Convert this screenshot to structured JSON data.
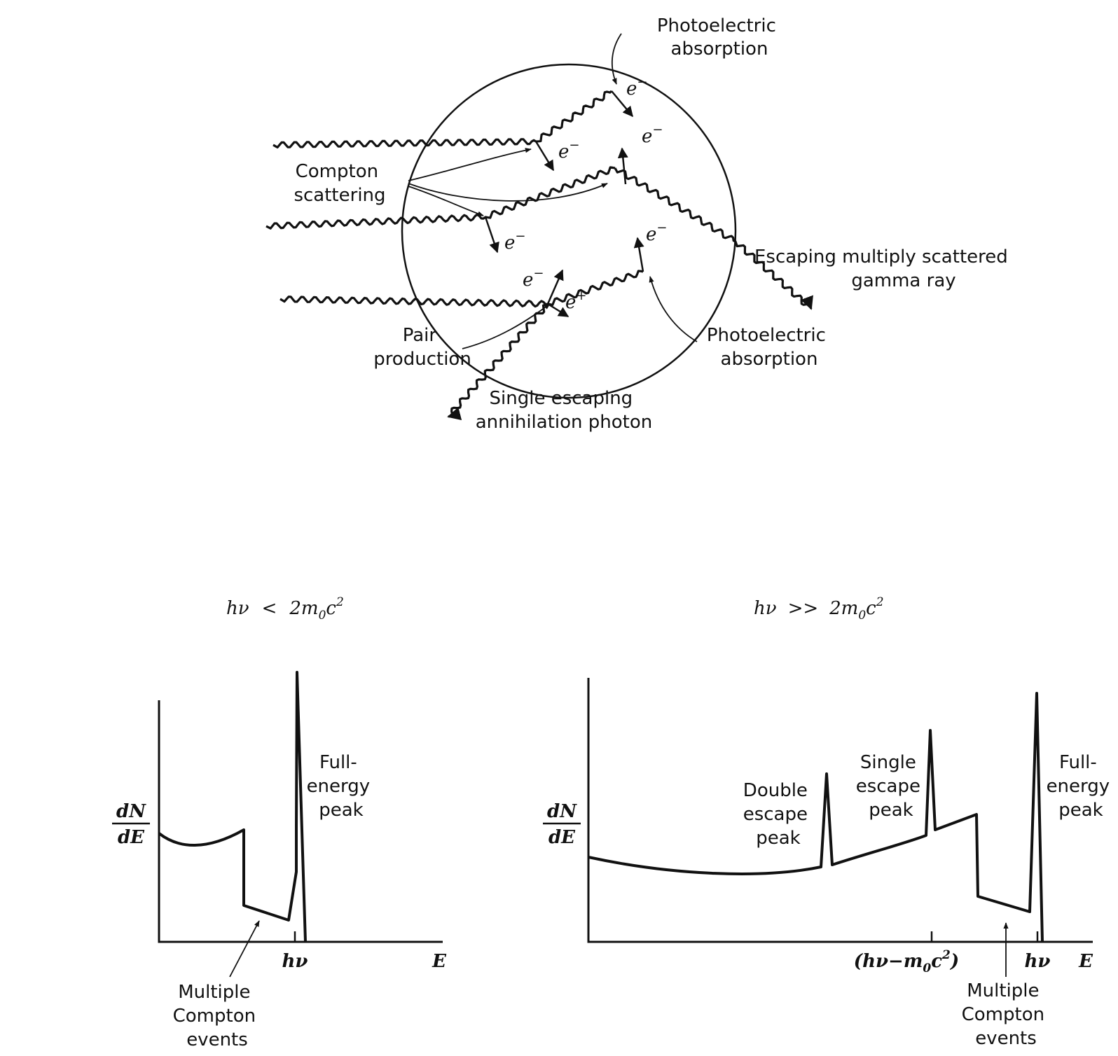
{
  "diagram": {
    "labels": {
      "photoelectric_top": [
        "Photoelectric",
        "absorption"
      ],
      "compton": [
        "Compton",
        "scattering"
      ],
      "escaping_multiply": [
        "Escaping multiply scattered",
        "gamma ray"
      ],
      "pair": [
        "Pair",
        "production"
      ],
      "photoelectric_bottom": [
        "Photoelectric",
        "absorption"
      ],
      "single_escaping": [
        "Single escaping",
        "annihilation photon"
      ]
    },
    "particles": {
      "electron": "e",
      "minus": "−",
      "plus": "+"
    }
  },
  "spectrum_left": {
    "title": [
      "hν",
      "<",
      "2m",
      "0",
      "c",
      "2"
    ],
    "ylabel": [
      "dN",
      "dE"
    ],
    "xlabel": "E",
    "tick_hv": "hν",
    "labels": {
      "full_energy": [
        "Full-",
        "energy",
        "peak"
      ],
      "multiple_compton": [
        "Multiple",
        "Compton",
        "events"
      ]
    }
  },
  "spectrum_right": {
    "title": [
      "hν",
      ">>",
      "2m",
      "0",
      "c",
      "2"
    ],
    "ylabel": [
      "dN",
      "dE"
    ],
    "xlabel": "E",
    "tick_hv": "hν",
    "tick_single": [
      "(hν−m",
      "0",
      "c",
      "2",
      ")"
    ],
    "labels": {
      "double_escape": [
        "Double",
        "escape",
        "peak"
      ],
      "single_escape": [
        "Single",
        "escape",
        "peak"
      ],
      "full_energy": [
        "Full-",
        "energy",
        "peak"
      ],
      "multiple_compton": [
        "Multiple",
        "Compton",
        "events"
      ]
    }
  }
}
